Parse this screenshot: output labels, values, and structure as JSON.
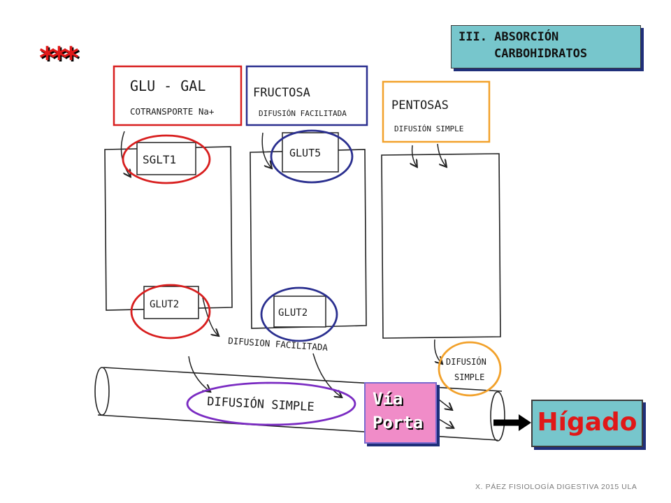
{
  "title": {
    "line1": "III. ABSORCIÓN",
    "line2": "CARBOHIDRATOS"
  },
  "stars": "***",
  "labels": {
    "glu_gal": "GLU - GAL",
    "cotransporte": "COTRANSPORTE Na+",
    "fructosa": "FRUCTOSA",
    "difusion_facilitada_top": "DIFUSIÓN FACILITADA",
    "pentosas": "PENTOSAS",
    "difusion_simple_top": "DIFUSIÓN SIMPLE",
    "sglt1": "SGLT1",
    "glut5": "GLUT5",
    "glut2_left": "GLUT2",
    "glut2_mid": "GLUT2",
    "difusion_facilitada_mid": "DIFUSION FACILITADA",
    "difusion_simple_right_1": "DIFUSIÓN",
    "difusion_simple_right_2": "SIMPLE",
    "difusion_simple_bottom": "DIFUSIÓN SIMPLE"
  },
  "via_porta": {
    "line1": "Vía",
    "line2": "Porta"
  },
  "higado": "Hígado",
  "footer": "X. PÁEZ   FISIOLOGÍA DIGESTIVA 2015  ULA",
  "colors": {
    "red": "#d81e1e",
    "navy": "#2a2f8f",
    "orange": "#f2a12a",
    "purple": "#7a2bc2",
    "pink": "#f08cc8",
    "teal": "#77c6cc"
  }
}
